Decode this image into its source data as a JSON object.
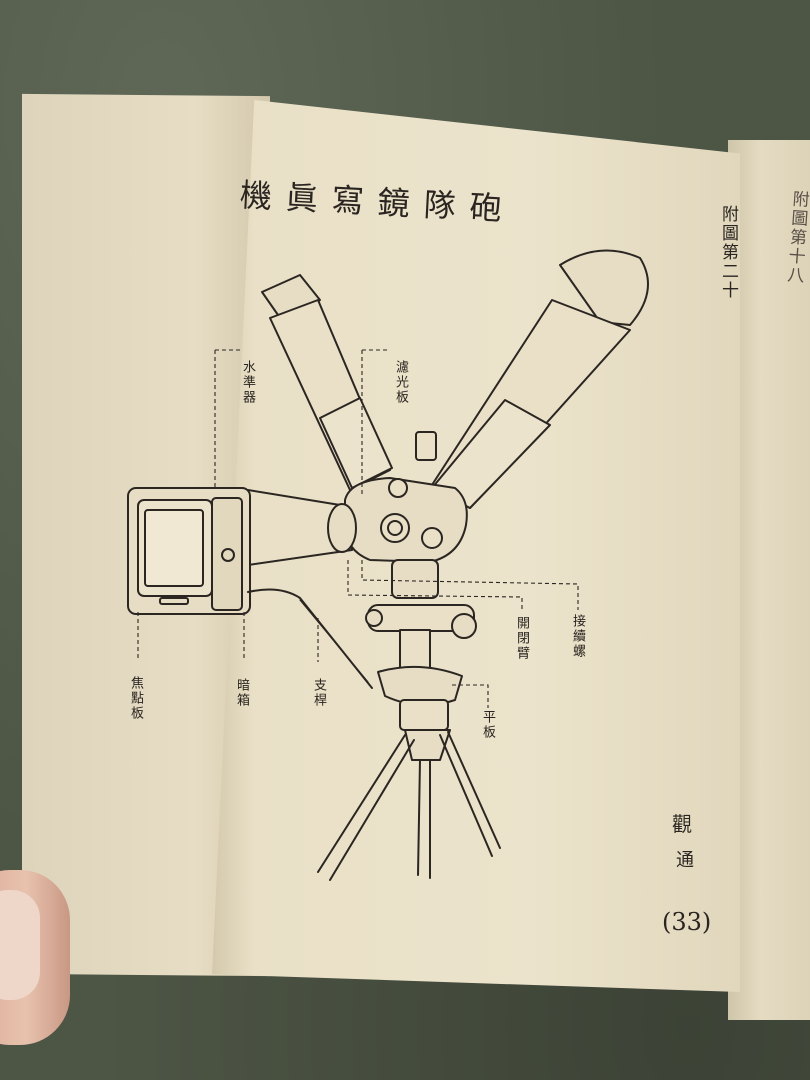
{
  "page_title": "機眞寫鏡隊砲",
  "figure_caption": "附圖第二十",
  "labels": {
    "level": "水準器",
    "filter": "濾光板",
    "focus_plate": "焦點板",
    "dark_box": "暗箱",
    "support_rod": "支桿",
    "flat_plate": "平板",
    "opening_arm": "開閉臂",
    "connecting_screw": "接續螺"
  },
  "corner_text": [
    "觀",
    "通"
  ],
  "page_number": "(33)",
  "next_page_caption": "附圖第十八",
  "colors": {
    "paper": "#e9e0c7",
    "ink": "#2a2520",
    "cloth": "#4d5545"
  }
}
